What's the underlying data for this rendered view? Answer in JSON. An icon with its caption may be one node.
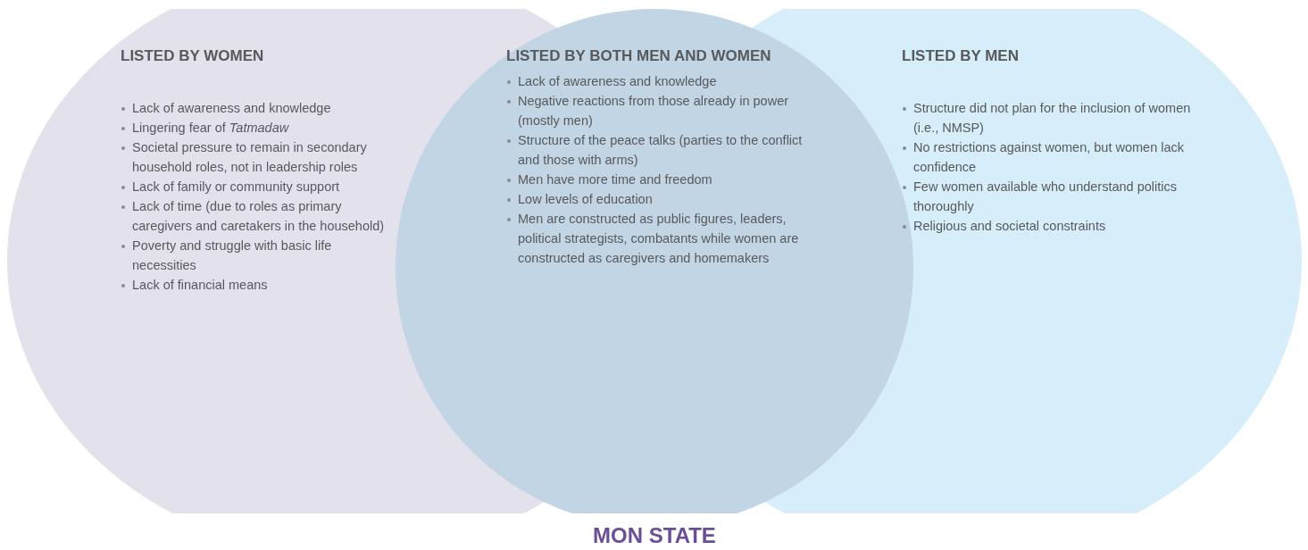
{
  "diagram": {
    "caption": "MON STATE",
    "nodes": [
      {
        "text": [
          "LISTED BY WOMEN",
          "Lack of awareness and knowledge",
          "Lingering fear of *Tatmadaw*",
          "Societal pressure to remain in secondary household roles, not in leadership roles",
          "Lack of family or community support",
          "Lack of time (due to roles as primary caregivers and caretakers in the household)",
          "Poverty and struggle with basic life necessities",
          "Lack of financial means"
        ]
      },
      {
        "text": [
          "LISTED BY MEN",
          "Structure did not plan for the inclusion of women (i.e., NMSP)",
          "No restrictions against women, but women lack confidence",
          "Few women available who understand politics thoroughly",
          "Religious and societal constraints"
        ]
      },
      {
        "text": [
          "LISTED BY BOTH MEN AND WOMEN",
          "Lack of awareness and knowledge",
          "Negative reactions from those already in power (mostly men)",
          "Structure of the peace talks (parties to the conflict and those with arms)",
          "Men have more time and freedom",
          "Low levels of education",
          "Men are constructed as public figures, leaders, political strategists,  combatants while women are constructed as caregivers and homemakers"
        ]
      }
    ]
  }
}
